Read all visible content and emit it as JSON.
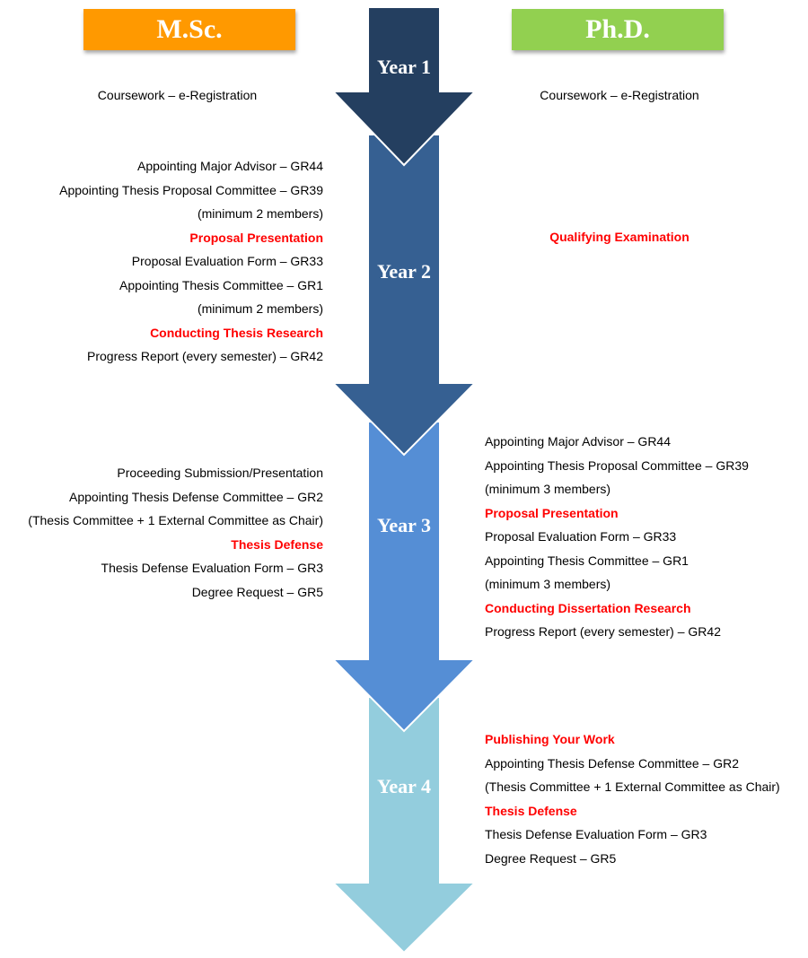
{
  "programs": {
    "msc": {
      "label": "M.Sc.",
      "color": "#ff9900"
    },
    "phd": {
      "label": "Ph.D.",
      "color": "#92d050"
    }
  },
  "years": [
    {
      "label": "Year 1",
      "color": "#243f60"
    },
    {
      "label": "Year 2",
      "color": "#366092"
    },
    {
      "label": "Year 3",
      "color": "#558ed5"
    },
    {
      "label": "Year 4",
      "color": "#93cddd"
    }
  ],
  "highlight_color": "#ff0000",
  "msc": {
    "year1": [
      {
        "text": "Coursework – e-Registration",
        "hl": false
      }
    ],
    "year2": [
      {
        "text": "Appointing Major Advisor – GR44",
        "hl": false
      },
      {
        "text": "Appointing Thesis Proposal Committee – GR39",
        "hl": false
      },
      {
        "text": "(minimum 2 members)",
        "hl": false
      },
      {
        "text": "Proposal Presentation",
        "hl": true
      },
      {
        "text": "Proposal Evaluation Form – GR33",
        "hl": false
      },
      {
        "text": "Appointing Thesis Committee – GR1",
        "hl": false
      },
      {
        "text": "(minimum 2 members)",
        "hl": false
      },
      {
        "text": "Conducting Thesis Research",
        "hl": true
      },
      {
        "text": "Progress Report (every semester) – GR42",
        "hl": false
      }
    ],
    "year3": [
      {
        "text": "Proceeding Submission/Presentation",
        "hl": false
      },
      {
        "text": "Appointing Thesis Defense Committee – GR2",
        "hl": false
      },
      {
        "text": "(Thesis Committee + 1 External Committee as Chair)",
        "hl": false
      },
      {
        "text": "Thesis Defense",
        "hl": true
      },
      {
        "text": "Thesis Defense Evaluation Form – GR3",
        "hl": false
      },
      {
        "text": "Degree Request – GR5",
        "hl": false
      }
    ]
  },
  "phd": {
    "year1": [
      {
        "text": "Coursework – e-Registration",
        "hl": false
      }
    ],
    "year2": [
      {
        "text": "Qualifying Examination",
        "hl": true
      }
    ],
    "year3": [
      {
        "text": "Appointing Major Advisor – GR44",
        "hl": false
      },
      {
        "text": "Appointing Thesis Proposal Committee – GR39",
        "hl": false
      },
      {
        "text": "(minimum 3 members)",
        "hl": false
      },
      {
        "text": "Proposal Presentation",
        "hl": true
      },
      {
        "text": "Proposal Evaluation Form – GR33",
        "hl": false
      },
      {
        "text": "Appointing Thesis Committee – GR1",
        "hl": false
      },
      {
        "text": "(minimum 3 members)",
        "hl": false
      },
      {
        "text": "Conducting Dissertation Research",
        "hl": true
      },
      {
        "text": "Progress Report (every semester) – GR42",
        "hl": false
      }
    ],
    "year4": [
      {
        "text": "Publishing Your Work",
        "hl": true
      },
      {
        "text": "Appointing Thesis Defense Committee – GR2",
        "hl": false
      },
      {
        "text": "(Thesis Committee + 1 External Committee as Chair)",
        "hl": false
      },
      {
        "text": "Thesis Defense",
        "hl": true
      },
      {
        "text": "Thesis Defense Evaluation Form – GR3",
        "hl": false
      },
      {
        "text": "Degree Request – GR5",
        "hl": false
      }
    ]
  }
}
